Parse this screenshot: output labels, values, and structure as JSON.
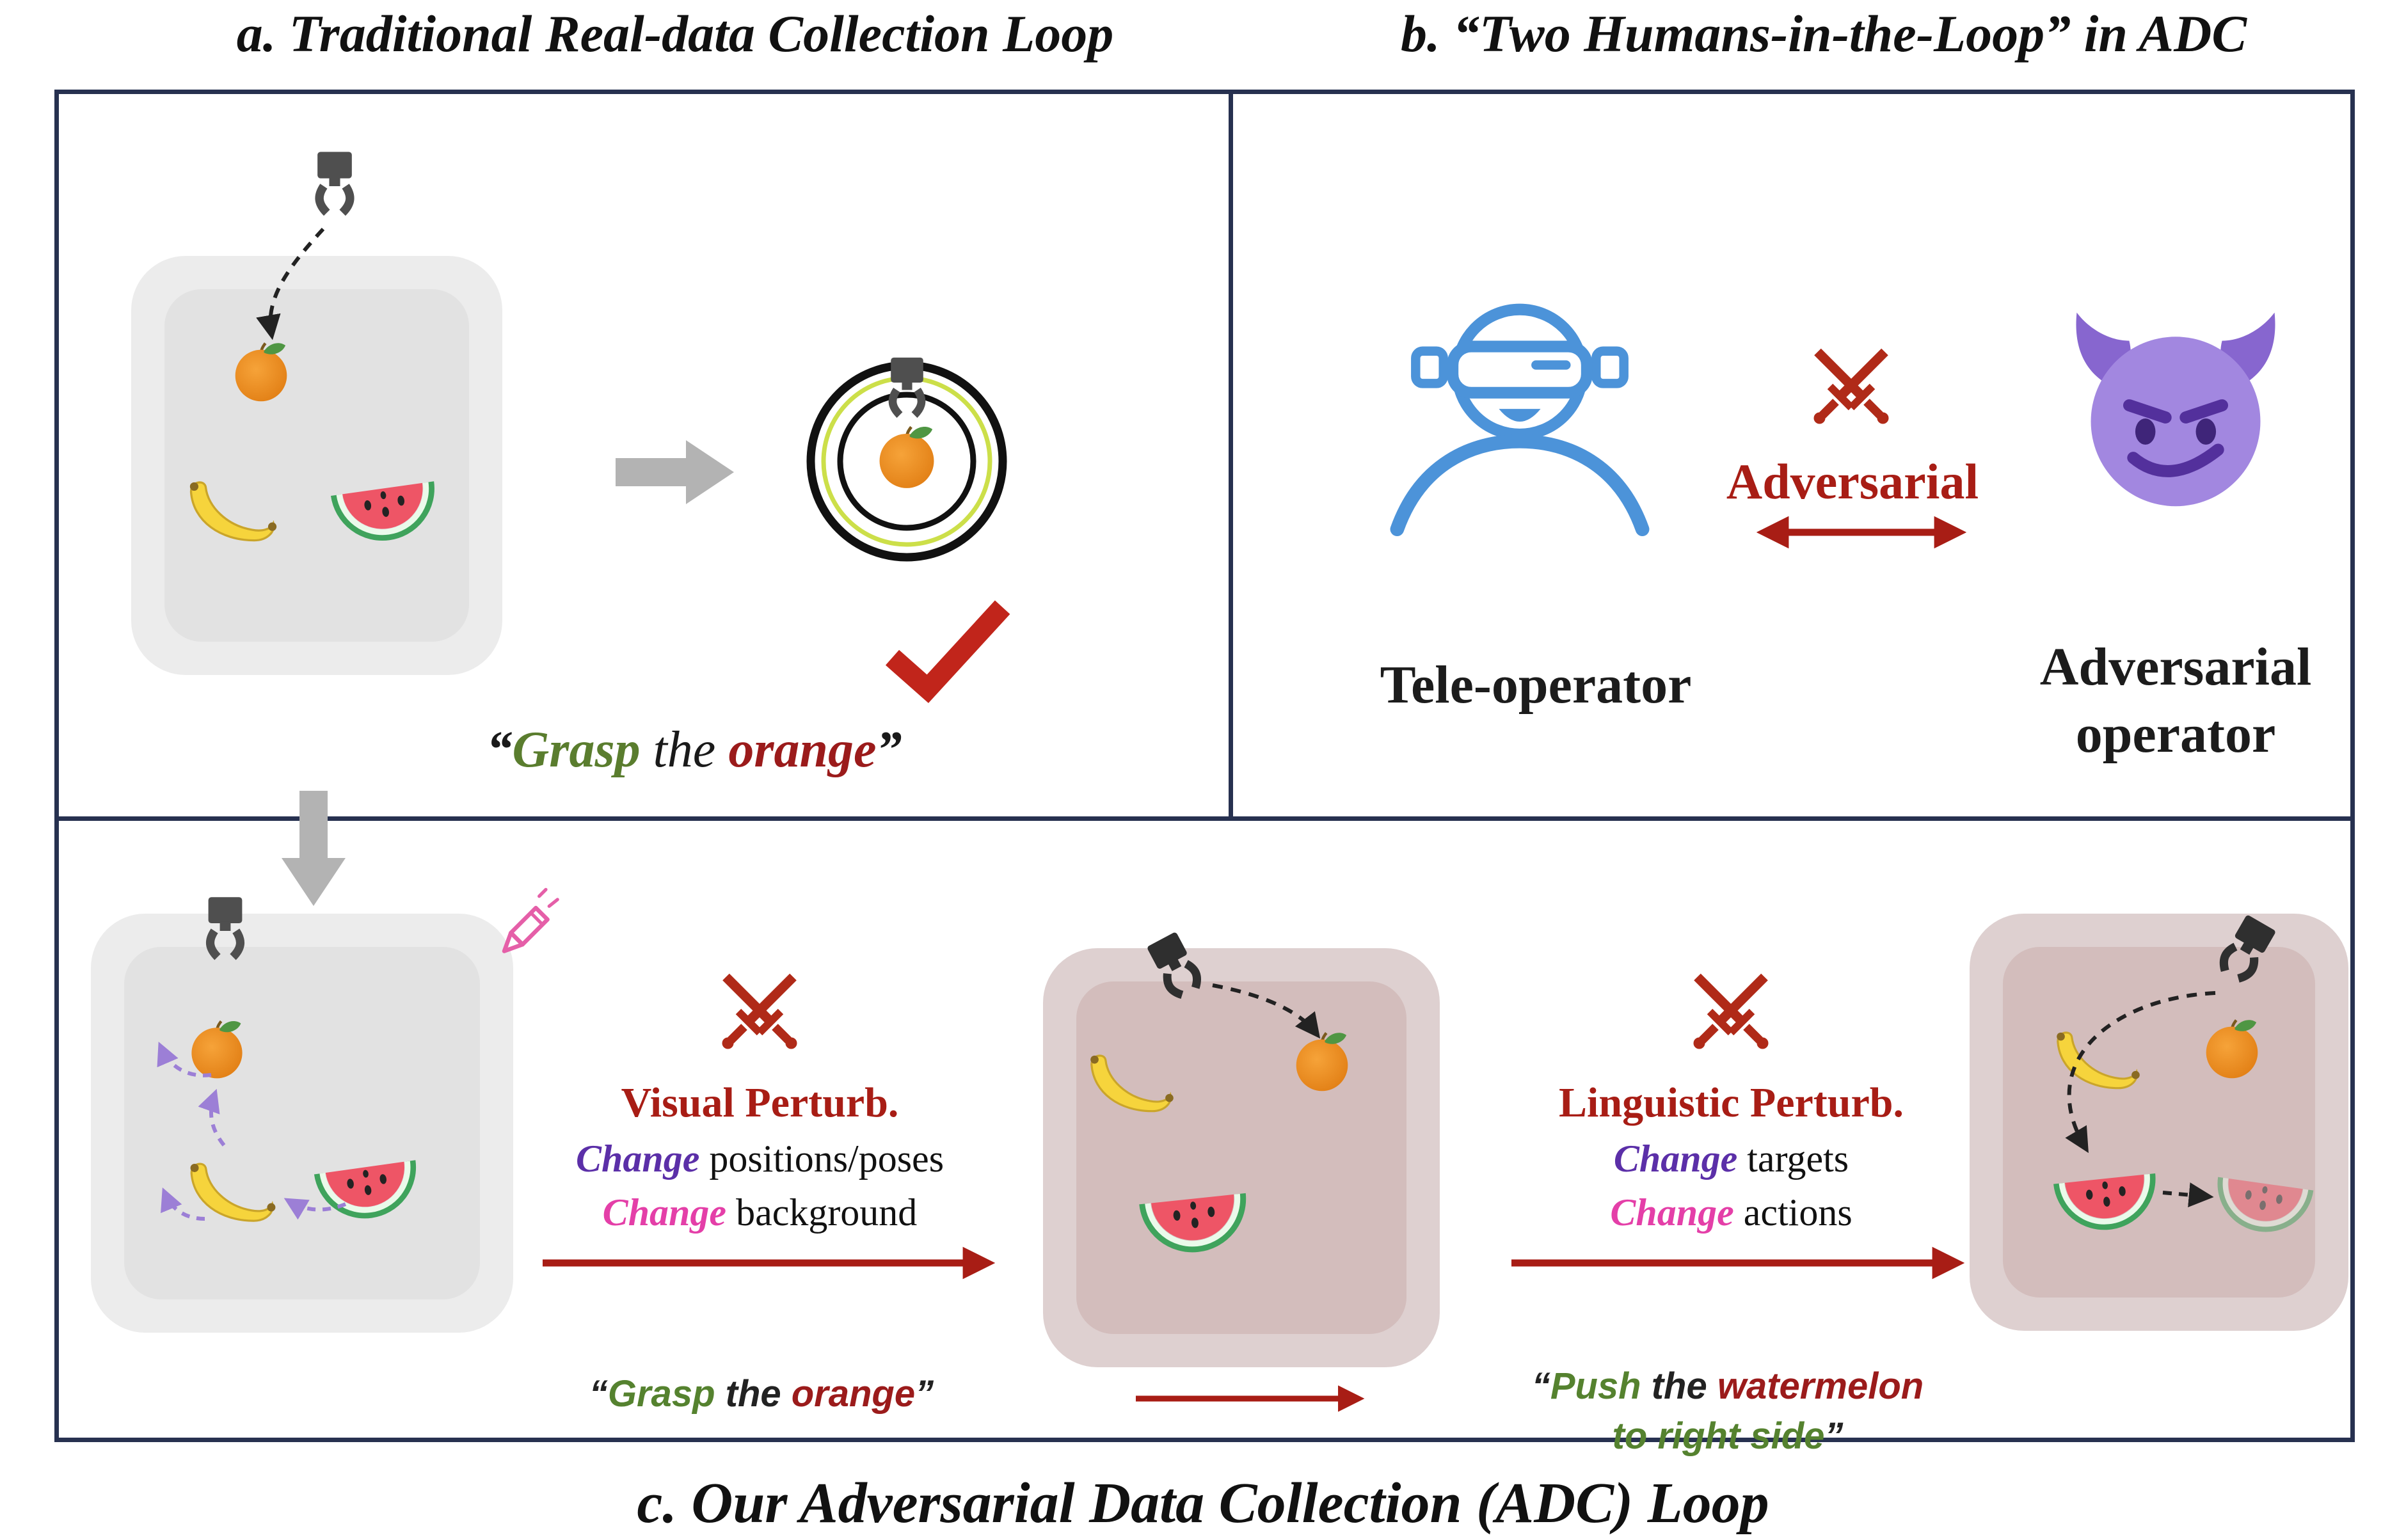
{
  "titles": {
    "a": "a. Traditional Real-data Collection Loop",
    "b": "b. “Two Humans-in-the-Loop” in ADC",
    "c": "c. Our Adversarial Data Collection (ADC) Loop"
  },
  "panel_a": {
    "instruction": {
      "open": "“",
      "verb": "Grasp",
      "mid": " the ",
      "obj": "orange",
      "close": "”"
    }
  },
  "panel_b": {
    "swords_label": "Adversarial",
    "left_label": "Tele-operator",
    "right_label": "Adversarial operator"
  },
  "panel_c": {
    "visual": {
      "title": "Visual Perturb.",
      "l1_em": "Change",
      "l1_text": " positions/poses",
      "l2_em": "Change",
      "l2_text": " background"
    },
    "linguistic": {
      "title": "Linguistic Perturb.",
      "l1_em": "Change",
      "l1_text": " targets",
      "l2_em": "Change",
      "l2_text": " actions"
    },
    "grasp": {
      "open": "“",
      "verb": "Grasp",
      "mid": " the ",
      "obj": "orange",
      "close": "”"
    },
    "push": {
      "open": "“",
      "verb": "Push",
      "mid": " the ",
      "obj": "watermelon",
      "line2": "to right side",
      "close": "”"
    }
  },
  "icons": {
    "gripper": "robot-gripper-icon",
    "orange": "orange-fruit-icon",
    "banana": "banana-icon",
    "watermelon": "watermelon-slice-icon",
    "target": "target-rings-icon",
    "check": "checkmark-icon",
    "vr_person": "vr-teleoperator-icon",
    "devil": "devil-face-icon",
    "swords": "crossed-swords-icon",
    "pencil": "pencil-edit-icon"
  },
  "colors": {
    "frame": "#273150",
    "dark_red": "#a81d15",
    "green": "#5a7d2e",
    "brick": "#9b1b1b",
    "purple_em": "#5b2fa8",
    "magenta_em": "#e43fa8",
    "operator_blue": "#4c93d9",
    "devil_purple": "#a287e0"
  }
}
